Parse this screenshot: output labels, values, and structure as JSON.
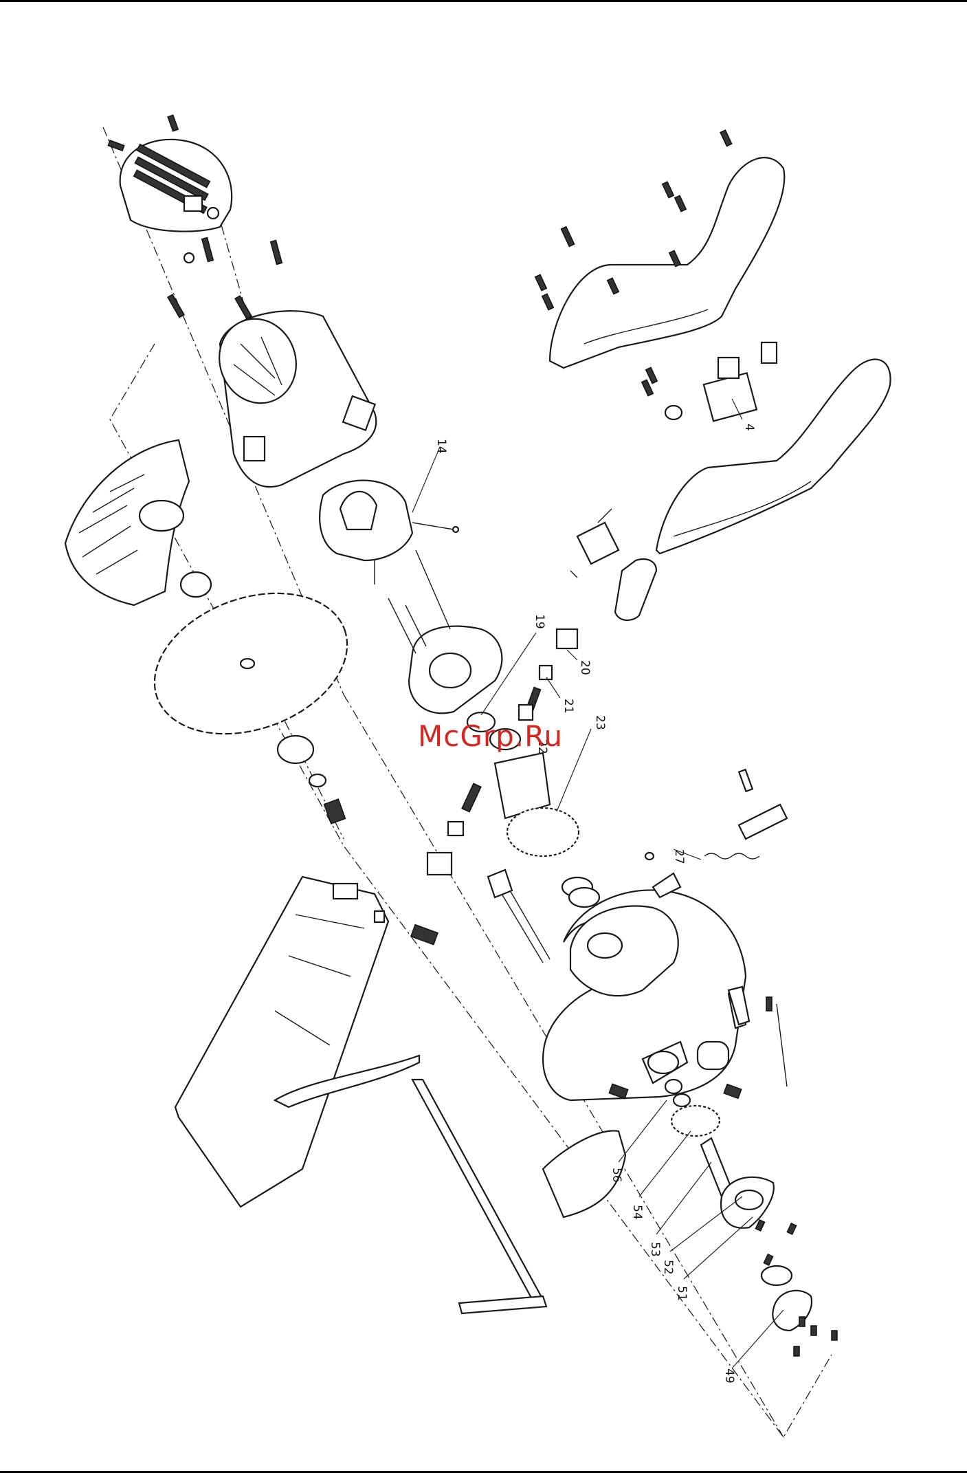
{
  "watermark": "McGrp.Ru",
  "callouts": [
    {
      "id": "c14",
      "label": "14"
    },
    {
      "id": "c4",
      "label": "4"
    },
    {
      "id": "c19",
      "label": "19"
    },
    {
      "id": "c20",
      "label": "20"
    },
    {
      "id": "c21",
      "label": "21"
    },
    {
      "id": "c22",
      "label": "22"
    },
    {
      "id": "c23",
      "label": "23"
    },
    {
      "id": "c27",
      "label": "27"
    },
    {
      "id": "c56",
      "label": "56"
    },
    {
      "id": "c54",
      "label": "54"
    },
    {
      "id": "c53",
      "label": "53"
    },
    {
      "id": "c52",
      "label": "52"
    },
    {
      "id": "c51",
      "label": "51"
    },
    {
      "id": "c49",
      "label": "49"
    }
  ]
}
